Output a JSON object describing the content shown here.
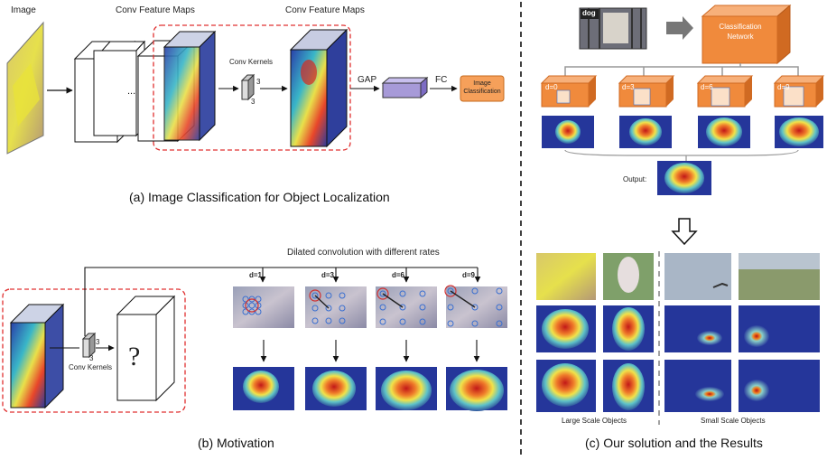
{
  "panel_a": {
    "image_label": "Image",
    "conv_maps_label_1": "Conv Feature Maps",
    "conv_maps_label_2": "Conv Feature Maps",
    "ellipsis": "...",
    "conv_kernels_label": "Conv Kernels",
    "kernel_dim_1": "3",
    "kernel_dim_2": "3",
    "gap_label": "GAP",
    "fc_label": "FC",
    "output_box": "Image Classification",
    "caption": "(a) Image Classification for Object Localization"
  },
  "panel_b": {
    "title": "Dilated convolution with different rates",
    "rates": [
      "d=1",
      "d=3",
      "d=6",
      "d=9"
    ],
    "conv_kernels_label": "Conv Kernels",
    "kernel_dim_1": "3",
    "kernel_dim_2": "3",
    "question": "?",
    "caption": "(b) Motivation"
  },
  "panel_c": {
    "input_tag": "dog",
    "network_label": "Classification Network",
    "rates": [
      "d=0",
      "d=3",
      "d=6",
      "d=9"
    ],
    "output_label": "Output:",
    "large_label": "Large Scale Objects",
    "small_label": "Small Scale Objects",
    "caption": "(c) Our solution and the Results"
  },
  "colors": {
    "dashed_red": "#e03030",
    "orange": "#f08a3c",
    "purple": "#a79ad8",
    "heat_red": "#d8261e",
    "heat_blue": "#1c2a8c"
  }
}
